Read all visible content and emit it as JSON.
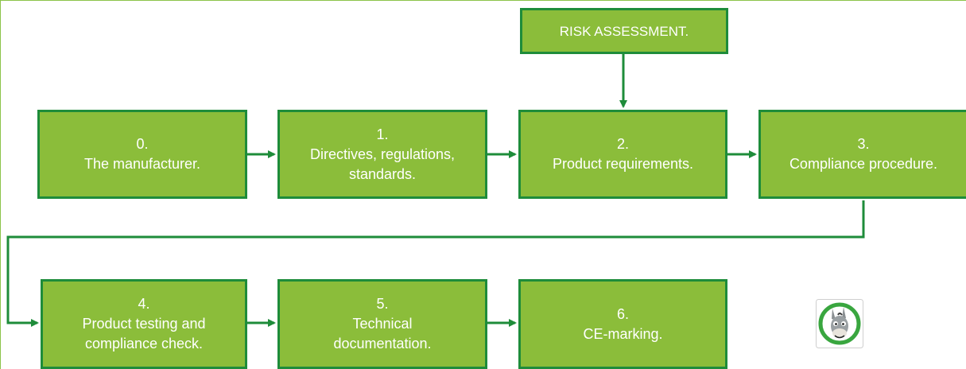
{
  "colors": {
    "box_fill": "#8bbd3a",
    "box_border": "#1e8c3a",
    "arrow": "#1e8c3a",
    "text": "#ffffff",
    "frame": "#8bc34a"
  },
  "risk": {
    "label": "RISK ASSESSMENT."
  },
  "steps": [
    {
      "num": "0.",
      "label": "The manufacturer."
    },
    {
      "num": "1.",
      "label": "Directives, regulations,\nstandards."
    },
    {
      "num": "2.",
      "label": "Product requirements."
    },
    {
      "num": "3.",
      "label": "Compliance procedure."
    },
    {
      "num": "4.",
      "label": "Product testing and\ncompliance check."
    },
    {
      "num": "5.",
      "label": "Technical\ndocumentation."
    },
    {
      "num": "6.",
      "label": "CE-marking."
    }
  ],
  "logo": {
    "icon": "donkey-mascot-icon"
  }
}
